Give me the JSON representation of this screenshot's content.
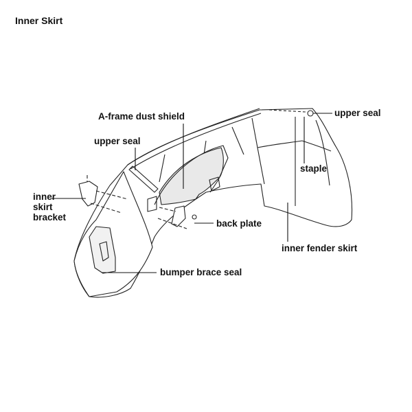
{
  "title": "Inner Skirt",
  "labels": {
    "a_frame_dust_shield": "A-frame dust shield",
    "upper_seal_left": "upper seal",
    "upper_seal_right": "upper seal",
    "staple": "staple",
    "inner_skirt_bracket": [
      "inner",
      "skirt",
      "bracket"
    ],
    "back_plate": "back plate",
    "inner_fender_skirt": "inner fender skirt",
    "bumper_brace_seal": "bumper brace seal"
  }
}
